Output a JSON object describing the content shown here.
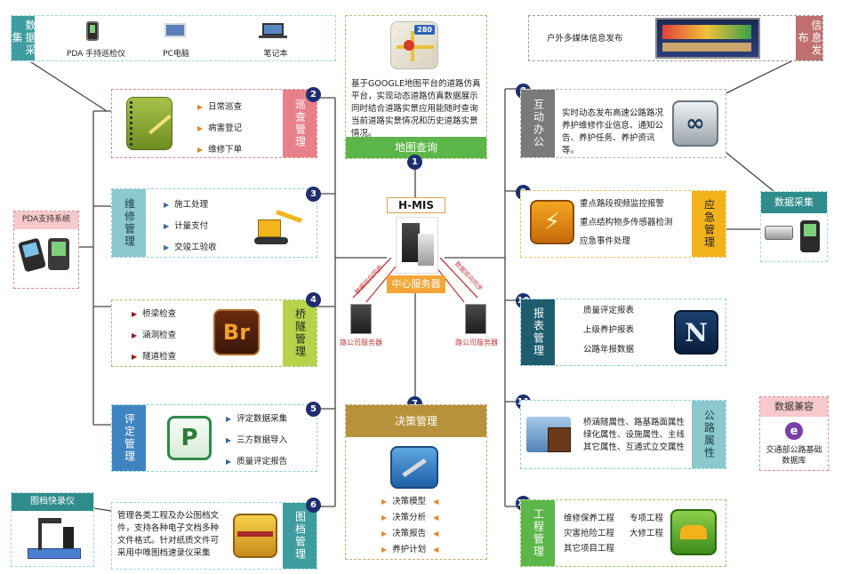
{
  "data_collection_top": {
    "title": "数据采集",
    "devices": [
      "PDA 手持巡检仪",
      "PC电脑",
      "笔记本"
    ]
  },
  "info_publish": {
    "title": "信息发布",
    "caption": "户外多媒体信息发布"
  },
  "map_query": {
    "number": "1",
    "title": "地图查询",
    "icon_label": "280",
    "description": "基于GOOGLE地图平台的道路仿真平台，实现动态道路仿真数据展示同时结合道路实景应用能随时查询当前道路实景情况和历史道路实景情况。"
  },
  "inspection": {
    "number": "2",
    "title": "巡查管理",
    "items": [
      "日常巡查",
      "病害登记",
      "维修下单"
    ]
  },
  "maintenance": {
    "number": "3",
    "title": "维修管理",
    "items": [
      "施工处理",
      "计量支付",
      "交竣工验收"
    ]
  },
  "bridge": {
    "number": "4",
    "title": "桥隧管理",
    "items": [
      "桥梁检查",
      "涵洞检查",
      "隧道检查"
    ],
    "icon_label": "Br"
  },
  "evaluation": {
    "number": "5",
    "title": "评定管理",
    "items": [
      "评定数据采集",
      "三方数据导入",
      "质量评定报告"
    ],
    "icon_label": "P"
  },
  "archive": {
    "number": "6",
    "title": "图档管理",
    "description": "管理各类工程及办公图档文件，支持各种电子文档多种文件格式。针对纸质文件可采用中唯图档速录仪采集",
    "device_title": "图档快录仪"
  },
  "decision": {
    "number": "7",
    "title": "决策管理",
    "items": [
      "决策模型",
      "决策分析",
      "决策报告",
      "养护计划"
    ]
  },
  "office": {
    "number": "8",
    "title": "互动办公",
    "description": "实时动态发布高速公路路况养护维修作业信息、通知公告、养护任务、养护资讯等。"
  },
  "emergency": {
    "number": "9",
    "title": "应急管理",
    "items": [
      "重点路段视频监控报警",
      "重点结构物多传感器检测",
      "应急事件处理"
    ]
  },
  "report": {
    "number": "10",
    "title": "报表管理",
    "items": [
      "质量评定报表",
      "上级养护报表",
      "公路年报数据"
    ],
    "icon_label": "N"
  },
  "road_attr": {
    "number": "11",
    "title": "公路属性",
    "lines": [
      "桥涵隧属性、路基路面属性",
      "绿化属性、设施属性、主线",
      "其它属性、互通式立交属性"
    ]
  },
  "engineering": {
    "number": "12",
    "title": "工程管理",
    "rows": [
      [
        "维修保养工程",
        "专项工程"
      ],
      [
        "灾害抢险工程",
        "大修工程"
      ],
      [
        "其它项目工程",
        ""
      ]
    ]
  },
  "center": {
    "title": "H-MIS",
    "server": "中心服务器",
    "left_server": "路公司服务器",
    "right_server": "路公司服务器",
    "left_sync": "数据双向同步",
    "right_sync": "数据双向同步"
  },
  "pda_support": {
    "title": "PDA支持系统"
  },
  "data_collection_right": {
    "title": "数据采集"
  },
  "compat": {
    "title": "数据兼容",
    "caption": "交通部公路基础数据库",
    "icon_label": "e"
  },
  "colors": {
    "teal": "#2f8c8c",
    "pink": "#e8808a",
    "green": "#5cb64a",
    "yellow_green": "#b6d34a",
    "blue": "#3f84c2",
    "gray": "#7a7a7a",
    "orange": "#f3b21b",
    "dark_teal": "#1f5d6e",
    "brown": "#b8913c",
    "navy": "#1d2f6e"
  }
}
